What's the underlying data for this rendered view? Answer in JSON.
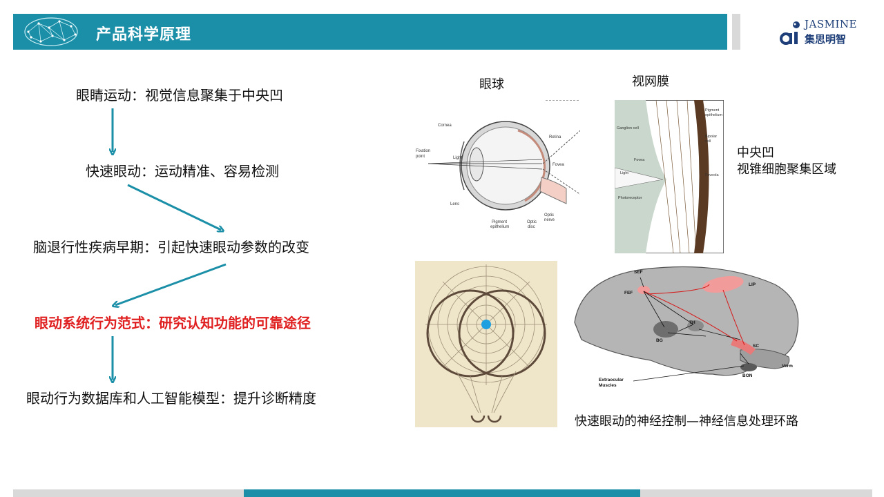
{
  "header": {
    "title": "产品科学原理",
    "logo_brand": "JASMINE",
    "logo_cn": "集思明智"
  },
  "flow": {
    "step1": "眼睛运动：视觉信息聚集于中央凹",
    "step2": "快速眼动：运动精准、容易检测",
    "step3": "脑退行性疾病早期：引起快速眼动参数的改变",
    "step4": "眼动系统行为范式：研究认知功能的可靠途径",
    "step5": "眼动行为数据库和人工智能模型：提升诊断精度"
  },
  "figures": {
    "eyeball_label": "眼球",
    "retina_label": "视网膜",
    "fovea_label": "中央凹 视锥细胞聚集区域",
    "neural_label": "快速眼动的神经控制—神经信息处理环路",
    "eye_parts": {
      "cornea": "Cornea",
      "fixation": "Fixation point",
      "light": "Light",
      "lens": "Lens",
      "retina": "Retina",
      "fovea": "Fovea",
      "pigment": "Pigment epithelium",
      "optic_disc": "Optic disc",
      "optic_nerve": "Optic nerve"
    },
    "retina_parts": {
      "ganglion": "Ganglion cell",
      "fovea": "Fovea",
      "light": "Light",
      "photoreceptor": "Photoreceptor",
      "pigment": "Pigment epithelium",
      "bipolar": "Bipolar cell",
      "foveola": "Foveola"
    },
    "brain_parts": {
      "sef": "SEF",
      "fef": "FEF",
      "lip": "LIP",
      "th": "TH",
      "bg": "BG",
      "sc": "SC",
      "bon": "BON",
      "verm": "Verm",
      "muscles": "Extraocular Muscles"
    }
  },
  "colors": {
    "accent": "#1a8fa7",
    "highlight_red": "#e02020",
    "arrow": "#1a8fa7",
    "footer_gray": "#d9d9d9"
  }
}
